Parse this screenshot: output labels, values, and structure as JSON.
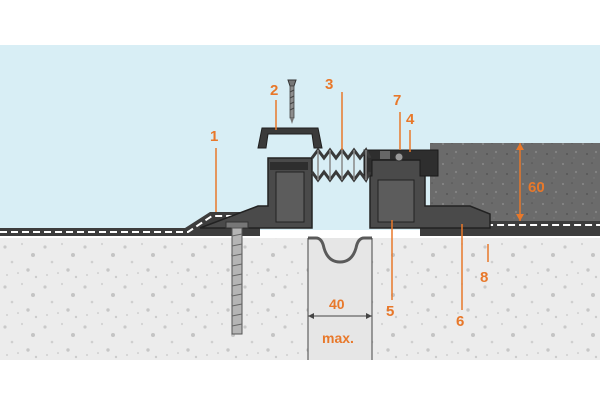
{
  "callouts": {
    "c1": "1",
    "c2": "2",
    "c3": "3",
    "c4": "4",
    "c5": "5",
    "c6": "6",
    "c7": "7",
    "c8": "8"
  },
  "dimensions": {
    "gap_width": "40",
    "gap_max": "max.",
    "covering_height": "60"
  },
  "colors": {
    "sky": "#d8eef5",
    "concrete": "#ececec",
    "profile": "#4a4a4a",
    "accent": "#e8782a",
    "covering": "#6b6b6b"
  }
}
